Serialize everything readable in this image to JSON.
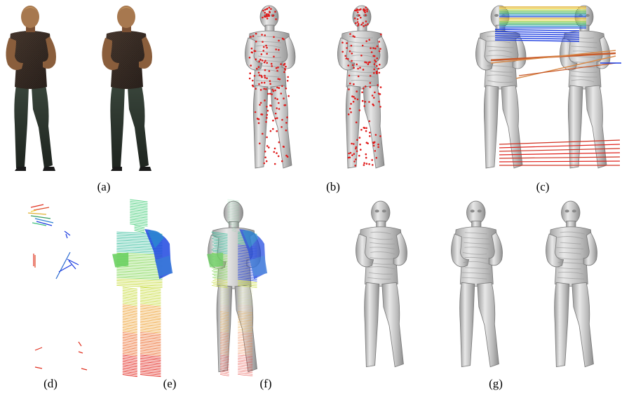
{
  "captions": {
    "a": "(a)",
    "b": "(b)",
    "c": "(c)",
    "d": "(d)",
    "e": "(e)",
    "f": "(f)",
    "g": "(g)"
  },
  "colors": {
    "skin": "#a7784f",
    "shirt": "#3c3028",
    "jeans": "#2b342c",
    "silver": "#c8c8c8",
    "silver_dark": "#8a8a8a",
    "keypoint_red": "#e01b1b",
    "blue": "#1a3be0",
    "green": "#50d26a",
    "orange": "#e06a2a",
    "red": "#e0201a"
  }
}
